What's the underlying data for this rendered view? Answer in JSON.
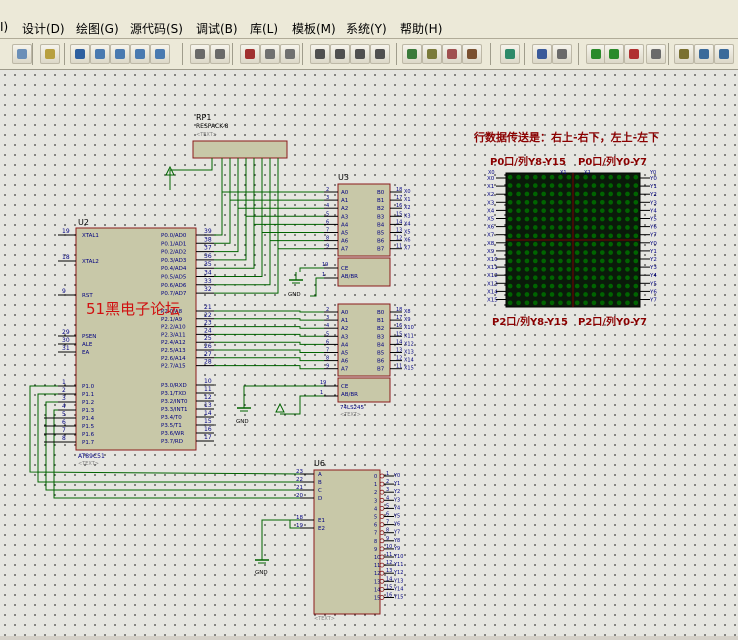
{
  "menu": [
    {
      "label": "I)"
    },
    {
      "label": "设计(D)"
    },
    {
      "label": "绘图(G)"
    },
    {
      "label": "源代码(S)"
    },
    {
      "label": "调试(B)"
    },
    {
      "label": "库(L)"
    },
    {
      "label": "模板(M)"
    },
    {
      "label": "系统(Y)"
    },
    {
      "label": "帮助(H)"
    }
  ],
  "toolbar_icons": [
    "grid-icon",
    "origin-icon",
    "pan-icon",
    "zoom-in-icon",
    "zoom-out-icon",
    "zoom-all-icon",
    "zoom-area-icon",
    "undo-icon",
    "redo-icon",
    "cut-icon",
    "copy-icon",
    "paste-icon",
    "block-copy-icon",
    "block-move-icon",
    "block-rotate-icon",
    "block-delete-icon",
    "pick-device-icon",
    "make-device-icon",
    "packaging-icon",
    "decompose-icon",
    "wire-autorouter-icon",
    "search-icon",
    "property-tool-icon",
    "new-sheet-icon",
    "add-sheet-icon",
    "remove-sheet-icon",
    "exit-sheet-icon",
    "bom-icon",
    "erc-icon",
    "netlist-icon"
  ],
  "schematic": {
    "title": "行数据传送是：右上-右下，左上-左下",
    "watermark": "51黑电子论坛",
    "label_p0_left": "P0口/列Y8-Y15",
    "label_p0_right": "P0口/列Y0-Y7",
    "label_p2_left": "P2口/列Y8-Y15",
    "label_p2_right": "P2口/列Y0-Y7",
    "rp1_ref": "RP1",
    "rp1_type": "RESPACK-8",
    "text_placeholder": "<TEXT>",
    "u2_ref": "U2",
    "u2_type": "AT89C51",
    "u3_ref": "U3",
    "u4_type": "74LS245",
    "u6_ref": "U6",
    "gnd": "GND",
    "u2_left_pins": [
      {
        "num": "19",
        "name": "XTAL1"
      },
      {
        "num": "18",
        "name": "XTAL2"
      },
      {
        "num": "9",
        "name": "RST"
      },
      {
        "num": "29",
        "name": "PSEN"
      },
      {
        "num": "30",
        "name": "ALE"
      },
      {
        "num": "31",
        "name": "EA"
      },
      {
        "num": "1",
        "name": "P1.0"
      },
      {
        "num": "2",
        "name": "P1.1"
      },
      {
        "num": "3",
        "name": "P1.2"
      },
      {
        "num": "4",
        "name": "P1.3"
      },
      {
        "num": "5",
        "name": "P1.4"
      },
      {
        "num": "6",
        "name": "P1.5"
      },
      {
        "num": "7",
        "name": "P1.6"
      },
      {
        "num": "8",
        "name": "P1.7"
      }
    ],
    "u2_right_pins": [
      {
        "num": "39",
        "name": "P0.0/AD0"
      },
      {
        "num": "38",
        "name": "P0.1/AD1"
      },
      {
        "num": "37",
        "name": "P0.2/AD2"
      },
      {
        "num": "36",
        "name": "P0.3/AD3"
      },
      {
        "num": "35",
        "name": "P0.4/AD4"
      },
      {
        "num": "34",
        "name": "P0.5/AD5"
      },
      {
        "num": "33",
        "name": "P0.6/AD6"
      },
      {
        "num": "32",
        "name": "P0.7/AD7"
      },
      {
        "num": "21",
        "name": "P2.0/A8"
      },
      {
        "num": "22",
        "name": "P2.1/A9"
      },
      {
        "num": "23",
        "name": "P2.2/A10"
      },
      {
        "num": "24",
        "name": "P2.3/A11"
      },
      {
        "num": "25",
        "name": "P2.4/A12"
      },
      {
        "num": "26",
        "name": "P2.5/A13"
      },
      {
        "num": "27",
        "name": "P2.6/A14"
      },
      {
        "num": "28",
        "name": "P2.7/A15"
      },
      {
        "num": "10",
        "name": "P3.0/RXD"
      },
      {
        "num": "11",
        "name": "P3.1/TXD"
      },
      {
        "num": "12",
        "name": "P3.2/INT0"
      },
      {
        "num": "13",
        "name": "P3.3/INT1"
      },
      {
        "num": "14",
        "name": "P3.4/T0"
      },
      {
        "num": "15",
        "name": "P3.5/T1"
      },
      {
        "num": "16",
        "name": "P3.6/WR"
      },
      {
        "num": "17",
        "name": "P3.7/RD"
      }
    ],
    "buf_in_nums": [
      "2",
      "3",
      "4",
      "5",
      "6",
      "7",
      "8",
      "9"
    ],
    "buf_in_names": [
      "A0",
      "A1",
      "A2",
      "A3",
      "A4",
      "A5",
      "A6",
      "A7"
    ],
    "buf_out_names": [
      "B0",
      "B1",
      "B2",
      "B3",
      "B4",
      "B5",
      "B6",
      "B7"
    ],
    "buf_out_nums": [
      "18",
      "17",
      "16",
      "15",
      "14",
      "13",
      "12",
      "11"
    ],
    "u3_out_labels": [
      "X0",
      "X1",
      "X2",
      "X3",
      "X4",
      "X5",
      "X6",
      "X7"
    ],
    "u4_out_labels": [
      "X8",
      "X9",
      "X10",
      "X11",
      "X12",
      "X13",
      "X14",
      "X15"
    ],
    "pin_ce": "CE",
    "pin_ab_br": "AB/BR",
    "pin_19": "19",
    "pin_1": "1",
    "u6_in_pins": [
      {
        "num": "23",
        "name": "A"
      },
      {
        "num": "22",
        "name": "B"
      },
      {
        "num": "21",
        "name": "C"
      },
      {
        "num": "20",
        "name": "D"
      },
      {
        "num": "18",
        "name": "E1"
      },
      {
        "num": "19",
        "name": "E2"
      }
    ],
    "u6_outputs": [
      {
        "num": "1",
        "out": "0",
        "label": "Y0"
      },
      {
        "num": "2",
        "out": "1",
        "label": "Y1"
      },
      {
        "num": "3",
        "out": "2",
        "label": "Y2"
      },
      {
        "num": "4",
        "out": "3",
        "label": "Y3"
      },
      {
        "num": "5",
        "out": "4",
        "label": "Y4"
      },
      {
        "num": "6",
        "out": "5",
        "label": "Y5"
      },
      {
        "num": "7",
        "out": "6",
        "label": "Y6"
      },
      {
        "num": "8",
        "out": "7",
        "label": "Y7"
      },
      {
        "num": "9",
        "out": "8",
        "label": "Y8"
      },
      {
        "num": "10",
        "out": "9",
        "label": "Y9"
      },
      {
        "num": "11",
        "out": "10",
        "label": "Y10"
      },
      {
        "num": "12",
        "out": "11",
        "label": "Y11"
      },
      {
        "num": "13",
        "out": "12",
        "label": "Y12"
      },
      {
        "num": "14",
        "out": "13",
        "label": "Y13"
      },
      {
        "num": "15",
        "out": "14",
        "label": "Y14"
      },
      {
        "num": "16",
        "out": "15",
        "label": "Y15"
      }
    ],
    "matrix_left_labels": [
      "X0",
      "X1",
      "X2",
      "X3",
      "X4",
      "X5",
      "X6",
      "X7",
      "X8",
      "X9",
      "X10",
      "X11",
      "X12",
      "X13",
      "X14",
      "X15"
    ],
    "matrix_right_labels": [
      "Y0",
      "Y1",
      "Y2",
      "Y3",
      "Y4",
      "Y5",
      "Y6",
      "Y7",
      "Y0",
      "Y1",
      "Y2",
      "Y3",
      "Y4",
      "Y5",
      "Y6",
      "Y7"
    ],
    "matrix_top_labels": [
      "X0",
      "X1",
      "X2",
      "Y0"
    ],
    "matrix_rows": 16,
    "matrix_cols": 16
  },
  "colors": {
    "chip_fill": "#c8c8a8",
    "chip_border": "#8b1a1a",
    "wire": "#006400",
    "pin_text": "#000080",
    "title_red": "#8b0000",
    "led_off": "#006400",
    "matrix_bg": "#0a1a0a"
  }
}
